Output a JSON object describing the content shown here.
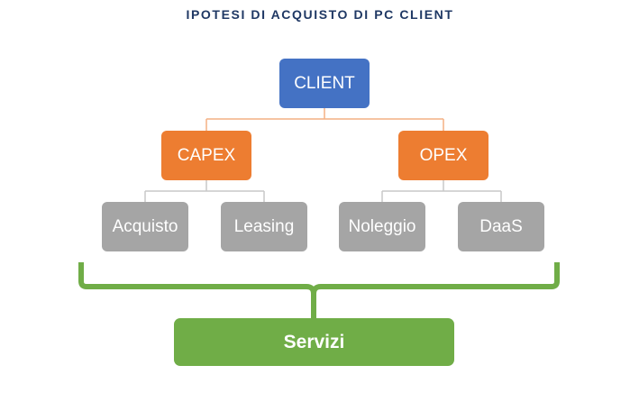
{
  "title": "IPOTESI DI ACQUISTO DI PC CLIENT",
  "colors": {
    "title": "#1F3864",
    "root": "#4472C4",
    "level1": "#ED7D31",
    "level2": "#A5A5A5",
    "services": "#70AD47",
    "connector_orange": "#F4B183",
    "connector_gray": "#C9C9C9"
  },
  "tree": {
    "root": {
      "label": "CLIENT"
    },
    "level1": [
      {
        "label": "CAPEX",
        "children": [
          {
            "label": "Acquisto"
          },
          {
            "label": "Leasing"
          }
        ]
      },
      {
        "label": "OPEX",
        "children": [
          {
            "label": "Noleggio"
          },
          {
            "label": "DaaS"
          }
        ]
      }
    ]
  },
  "services": {
    "label": "Servizi"
  }
}
